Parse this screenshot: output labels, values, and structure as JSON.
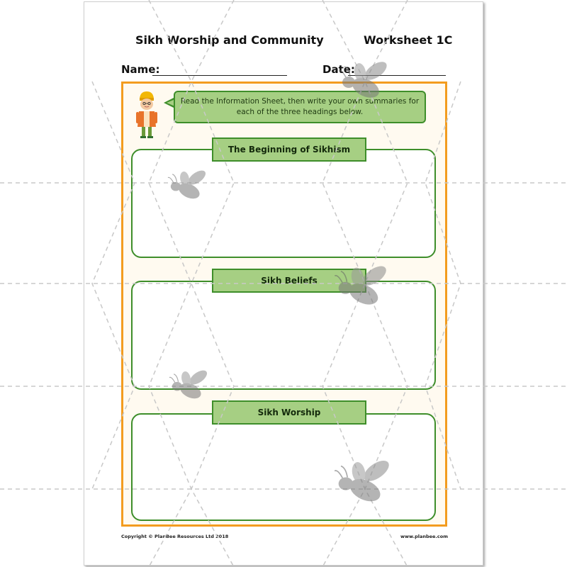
{
  "header": {
    "title": "Sikh Worship and Community",
    "worksheet": "Worksheet 1C",
    "name_label": "Name:",
    "date_label": "Date:"
  },
  "instruction": {
    "line1": "Read the Information Sheet, then write your own summaries for",
    "line2": "each of the three headings below."
  },
  "sections": [
    {
      "heading": "The Beginning of Sikhism"
    },
    {
      "heading": "Sikh Beliefs"
    },
    {
      "heading": "Sikh Worship"
    }
  ],
  "footer": {
    "copyright": "Copyright © PlanBee Resources Ltd 2018",
    "website": "www.planbee.com"
  },
  "colors": {
    "panel_border": "#f39c1f",
    "heading_fill": "#a6cf83",
    "box_border": "#3e8e2a",
    "watermark": "#9a9a9a"
  },
  "icons": {
    "character": "sikh-child-icon",
    "watermark": "bee-watermark-icon"
  }
}
